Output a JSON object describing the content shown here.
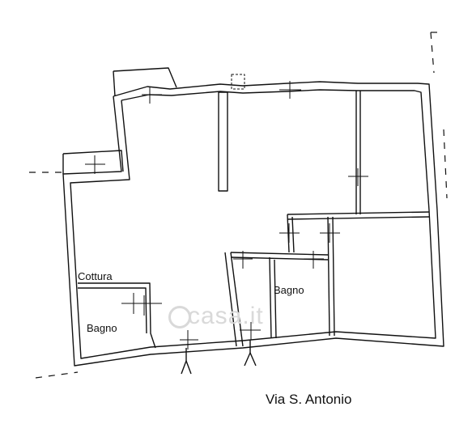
{
  "rooms": {
    "cottura": "Cottura",
    "bagno_left": "Bagno",
    "bagno_right": "Bagno"
  },
  "street": "Via S. Antonio",
  "watermark": "casa.it"
}
